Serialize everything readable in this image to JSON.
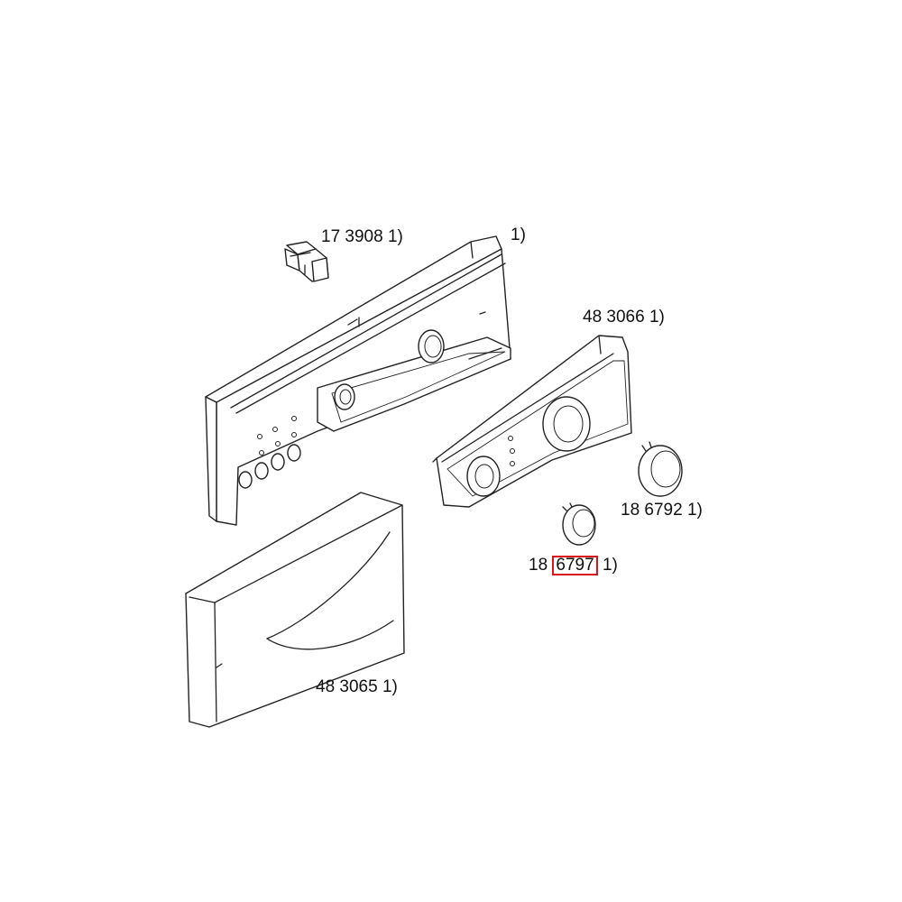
{
  "diagram": {
    "labels": {
      "connector": {
        "number": "17 3908",
        "note": "1)"
      },
      "control_panel": {
        "note": "1)"
      },
      "fascia": {
        "number": "48 3066",
        "note": "1)"
      },
      "knob_large": {
        "number": "18 6792",
        "note": "1)"
      },
      "knob_small": {
        "prefix": "18",
        "number": "6797",
        "note": "1)"
      },
      "drawer": {
        "number": "48 3065",
        "note": "1)"
      }
    },
    "highlight_color": "#d9141b"
  }
}
